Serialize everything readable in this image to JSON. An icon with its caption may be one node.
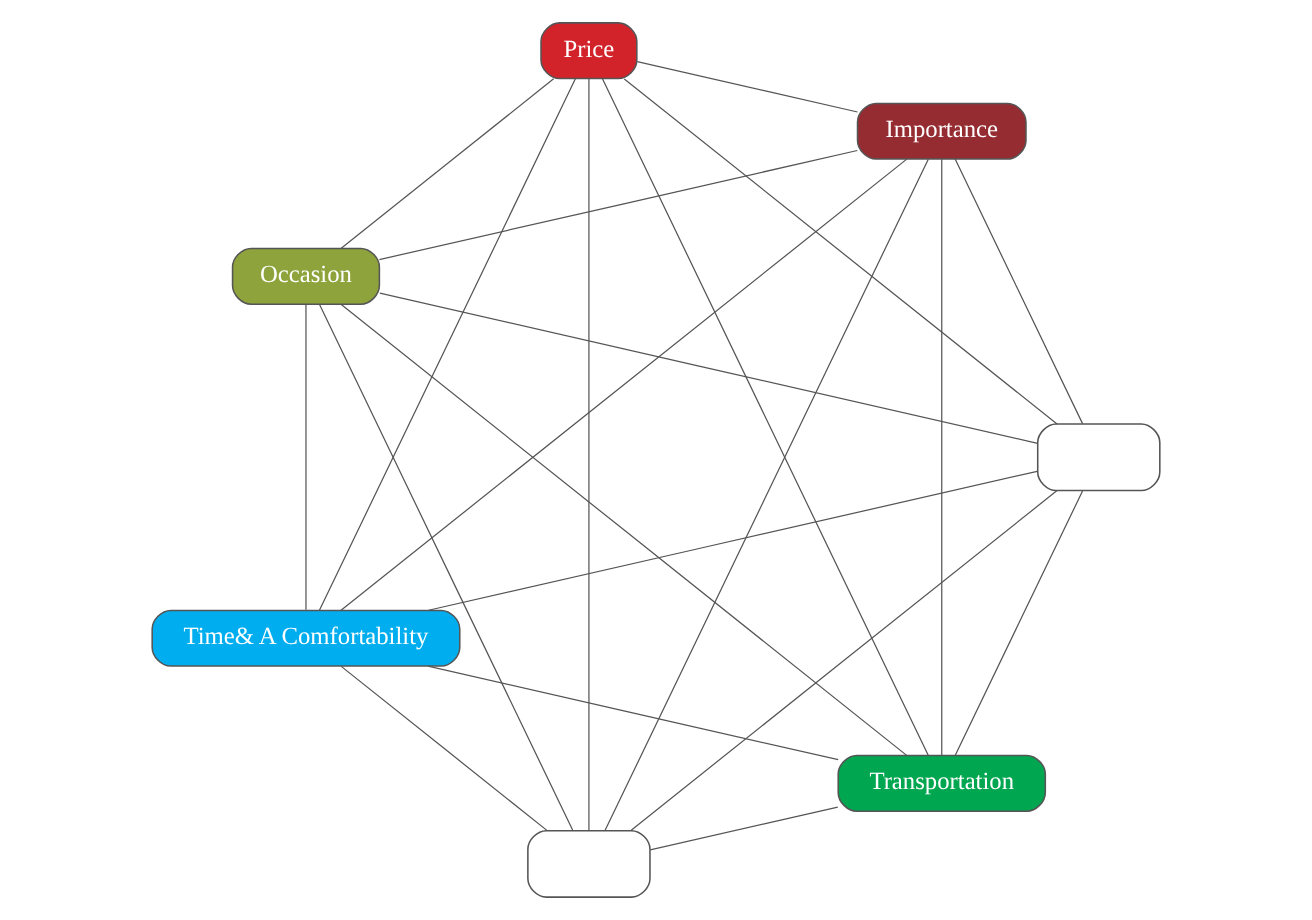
{
  "diagram": {
    "nodes": [
      {
        "text": [
          "Transportation"
        ]
      },
      {
        "text": [],
        "shape": "box"
      },
      {
        "text": [
          "Time& A Comfortability"
        ]
      },
      {
        "text": [
          "Occasion"
        ]
      },
      {
        "text": [
          "Price"
        ]
      },
      {
        "text": [
          "Importance"
        ]
      },
      {
        "text": [],
        "shape": "box"
      }
    ],
    "edges": [
      {
        "from": 0,
        "to": 2,
        "arrow": "none"
      },
      {
        "from": 2,
        "to": 4,
        "arrow": "none"
      },
      {
        "from": 4,
        "to": 6,
        "arrow": "none"
      },
      {
        "from": 6,
        "to": 5,
        "arrow": "none"
      },
      {
        "from": 5,
        "to": 3,
        "arrow": "none"
      },
      {
        "from": 3,
        "to": 1,
        "arrow": "none"
      },
      {
        "from": 1,
        "to": 0,
        "arrow": "none"
      },
      {
        "from": 0,
        "to": 3,
        "arrow": "none"
      },
      {
        "from": 0,
        "to": 5,
        "arrow": "none"
      },
      {
        "from": 0,
        "to": 4,
        "arrow": "none"
      },
      {
        "from": 0,
        "to": 6,
        "arrow": "none"
      },
      {
        "from": 1,
        "to": 2,
        "arrow": "none"
      },
      {
        "from": 1,
        "to": 5,
        "arrow": "none"
      },
      {
        "from": 1,
        "to": 4,
        "arrow": "none"
      },
      {
        "from": 1,
        "to": 6,
        "arrow": "none"
      },
      {
        "from": 2,
        "to": 3,
        "arrow": "none"
      },
      {
        "from": 2,
        "to": 5,
        "arrow": "none"
      },
      {
        "from": 2,
        "to": 6,
        "arrow": "none"
      },
      {
        "from": 3,
        "to": 4,
        "arrow": "none"
      },
      {
        "from": 3,
        "to": 6,
        "arrow": "none"
      },
      {
        "from": 4,
        "to": 5,
        "arrow": "none"
      }
    ]
  }
}
